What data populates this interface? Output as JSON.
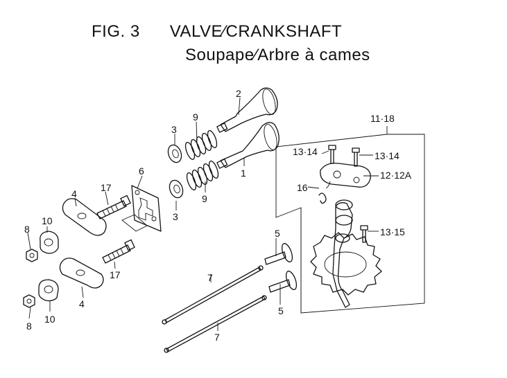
{
  "title": {
    "figure": "FIG. 3",
    "name": "VALVE∕CRANKSHAFT",
    "subtitle": "Soupape∕Arbre à cames"
  },
  "callouts": {
    "c2": "2",
    "c9a": "9",
    "c3a": "3",
    "c1": "1",
    "c3b": "3",
    "c9b": "9",
    "c6": "6",
    "c17a": "17",
    "c4a": "4",
    "c10a": "10",
    "c8a": "8",
    "c17b": "17",
    "c4b": "4",
    "c10b": "10",
    "c8b": "8",
    "c7a": "7",
    "c7b": "7",
    "c5a": "5",
    "c5b": "5",
    "c1118": "11·18",
    "c1314a": "13·14",
    "c1314b": "13·14",
    "c1212a": "12·12A",
    "c16": "16",
    "c1315": "13·15"
  }
}
